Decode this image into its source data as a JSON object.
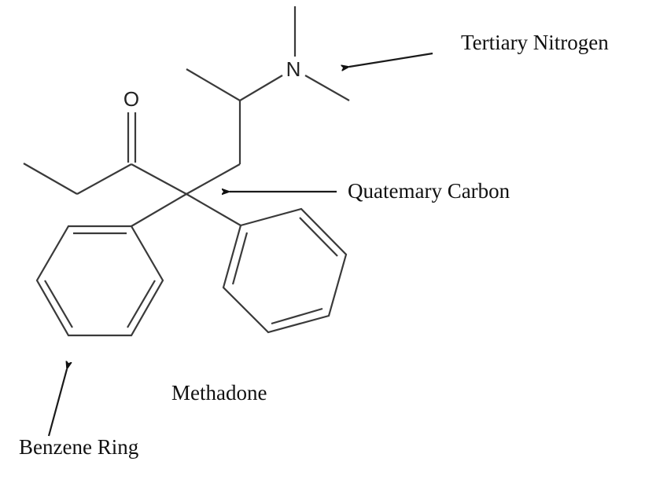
{
  "title": "Methadone",
  "atoms": {
    "oxygen": "O",
    "nitrogen": "N"
  },
  "annotations": {
    "tertiary_nitrogen": "Tertiary Nitrogen",
    "quaternary_carbon": "Quatemary Carbon",
    "benzene_ring": "Benzene Ring"
  },
  "colors": {
    "bond": "#3a3a3a",
    "text": "#111111",
    "background": "#ffffff"
  }
}
